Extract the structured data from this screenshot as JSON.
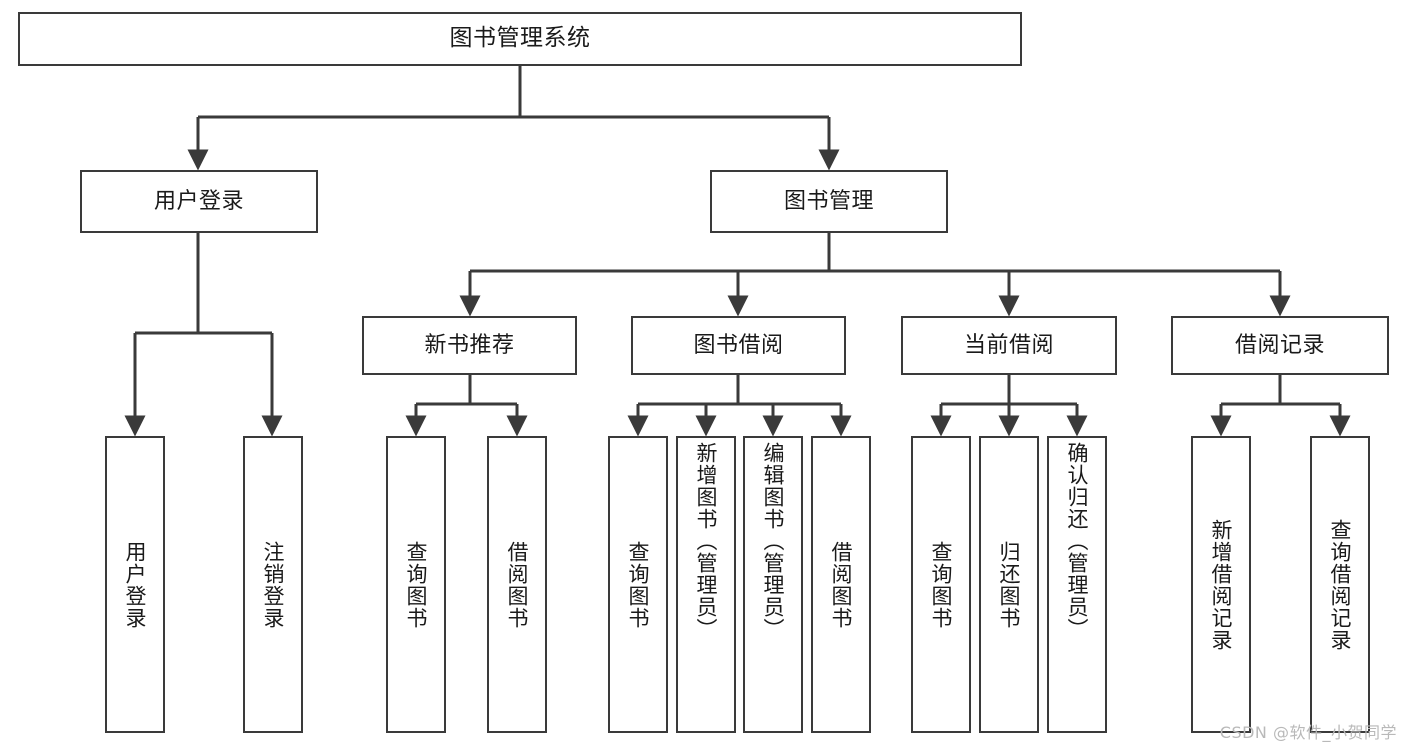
{
  "diagram": {
    "type": "tree",
    "title": "图书管理系统",
    "watermark": "CSDN @软件_小贺同学",
    "colors": {
      "stroke": "#3a3a3a",
      "fill": "#ffffff",
      "text": "#1a1a1a",
      "watermark": "#b9b9b9"
    },
    "nodes": {
      "root": {
        "label": "图书管理系统"
      },
      "level2": [
        {
          "label": "用户登录"
        },
        {
          "label": "图书管理"
        }
      ],
      "level3": [
        {
          "label": "新书推荐"
        },
        {
          "label": "图书借阅"
        },
        {
          "label": "当前借阅"
        },
        {
          "label": "借阅记录"
        }
      ],
      "leaves_user_login": [
        {
          "label": "用户登录"
        },
        {
          "label": "注销登录"
        }
      ],
      "leaves_new_book": [
        {
          "label": "查询图书"
        },
        {
          "label": "借阅图书"
        }
      ],
      "leaves_borrow": [
        {
          "label": "查询图书"
        },
        {
          "label": "新增图书（管理员）"
        },
        {
          "label": "编辑图书（管理员）"
        },
        {
          "label": "借阅图书"
        }
      ],
      "leaves_current": [
        {
          "label": "查询图书"
        },
        {
          "label": "归还图书"
        },
        {
          "label": "确认归还（管理员）"
        }
      ],
      "leaves_records": [
        {
          "label": "新增借阅记录"
        },
        {
          "label": "查询借阅记录"
        }
      ]
    }
  }
}
